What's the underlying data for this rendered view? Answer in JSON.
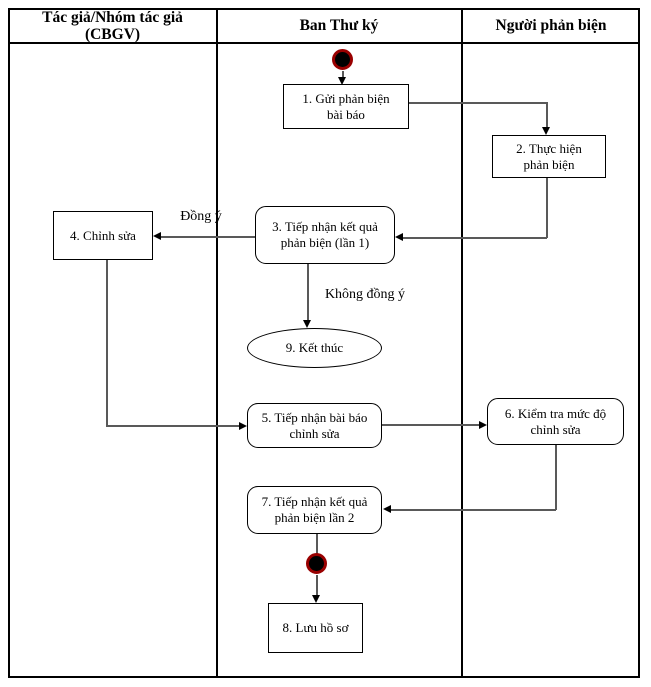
{
  "lanes": {
    "author": [
      "Tác giả/Nhóm tác giả",
      "(CBGV)"
    ],
    "secretary": "Ban Thư ký",
    "reviewer": "Người phản biện"
  },
  "nodes": {
    "n1": [
      "1. Gửi phản biện",
      "bài báo"
    ],
    "n2": [
      "2. Thực hiện",
      "phản biện"
    ],
    "n3": [
      "3. Tiếp nhận kết quả",
      "phản biện (lần 1)"
    ],
    "n4": "4. Chỉnh sửa",
    "n5": [
      "5. Tiếp nhận bài báo",
      "chỉnh sửa"
    ],
    "n6": [
      "6. Kiểm tra mức độ",
      "chỉnh sửa"
    ],
    "n7": [
      "7. Tiếp nhận kết quả",
      "phản biện lần 2"
    ],
    "n8": "8. Lưu hồ sơ",
    "n9": "9. Kết thúc"
  },
  "edge_labels": {
    "agree": "Đồng ý",
    "disagree": "Không đồng ý"
  },
  "colors": {
    "border": "#000000",
    "connector": "#595959",
    "arrowhead": "#000000",
    "start_node_fill": "#000000",
    "start_node_ring": "#990000",
    "background": "#ffffff"
  }
}
